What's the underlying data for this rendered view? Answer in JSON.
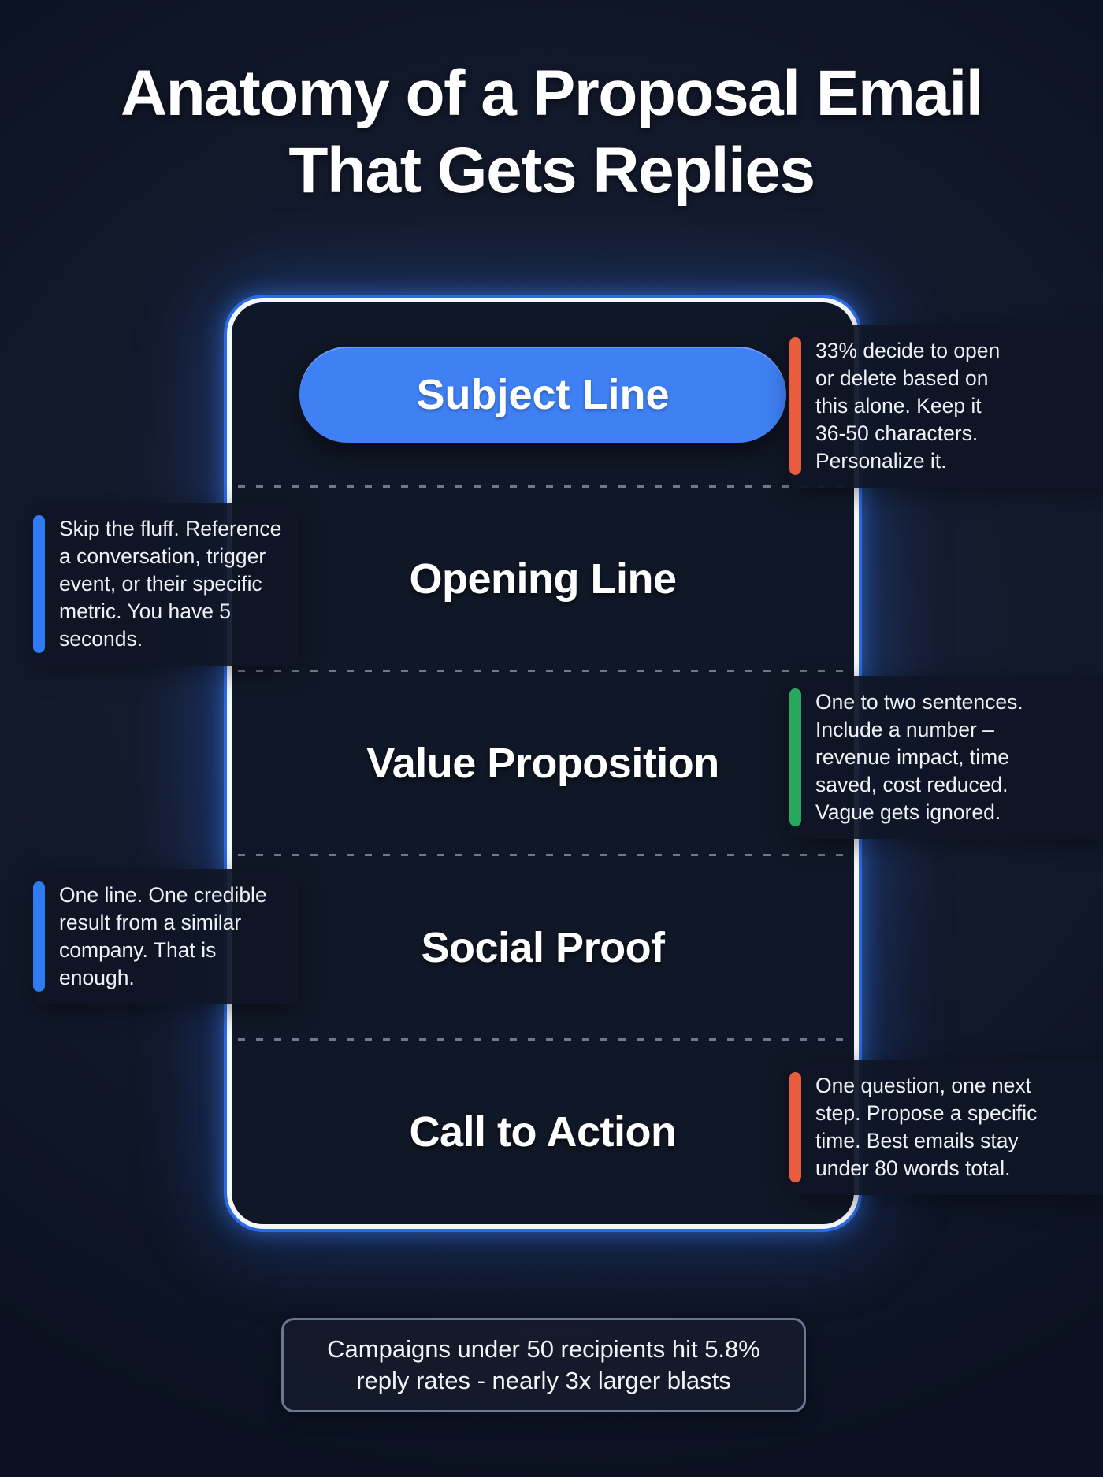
{
  "title": {
    "text": "Anatomy of a Proposal Email\nThat Gets Replies"
  },
  "email_card": {
    "sections": [
      {
        "label": "Subject Line"
      },
      {
        "label": "Opening Line"
      },
      {
        "label": "Value Proposition"
      },
      {
        "label": "Social Proof"
      },
      {
        "label": "Call to Action"
      }
    ],
    "subject_pill_color": "#3f80f4",
    "border_glow_color": "#2b6ae3"
  },
  "annotations": [
    {
      "for_section": "Subject Line",
      "side": "right",
      "accent_color": "#e95c3d",
      "text": "33% decide to open\nor delete based on\nthis alone. Keep it\n36-50 characters.\nPersonalize it."
    },
    {
      "for_section": "Opening Line",
      "side": "left",
      "accent_color": "#2e7bf2",
      "text": "Skip the fluff. Reference\na conversation, trigger\nevent, or their specific\nmetric. You have 5\nseconds."
    },
    {
      "for_section": "Value Proposition",
      "side": "right",
      "accent_color": "#28a75e",
      "text": "One to two sentences.\nInclude a number –\nrevenue impact, time\nsaved, cost reduced.\nVague gets ignored."
    },
    {
      "for_section": "Social Proof",
      "side": "left",
      "accent_color": "#2e7bf2",
      "text": "One line. One credible\nresult from a similar\ncompany. That is\nenough."
    },
    {
      "for_section": "Call to Action",
      "side": "right",
      "accent_color": "#e95c3d",
      "text": "One question, one next\nstep. Propose a specific\ntime. Best emails stay\nunder 80 words total."
    }
  ],
  "footer_stat": {
    "text": "Campaigns under 50 recipients hit 5.8%\nreply rates - nearly 3x larger blasts"
  }
}
